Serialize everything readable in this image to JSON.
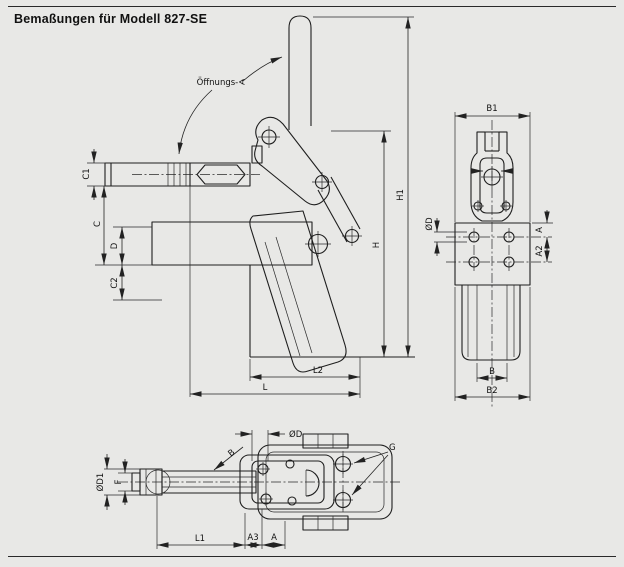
{
  "page": {
    "title": "Bemaßungen für Modell 827-SE"
  },
  "drawing": {
    "opening_angle_label": "Öffnungs-∢",
    "front": {
      "c1": "C1",
      "c": "C",
      "d": "D",
      "c2": "C2",
      "h": "H",
      "h1": "H1",
      "l2": "L2",
      "l": "L"
    },
    "side": {
      "b1": "B1",
      "od": "ØD",
      "a": "A",
      "a2": "A2",
      "b": "B",
      "b2": "B2"
    },
    "plan": {
      "od": "ØD",
      "g": "G",
      "b": "B",
      "od1": "ØD1",
      "f": "F",
      "l1": "L1",
      "a3": "A3",
      "a": "A"
    }
  }
}
